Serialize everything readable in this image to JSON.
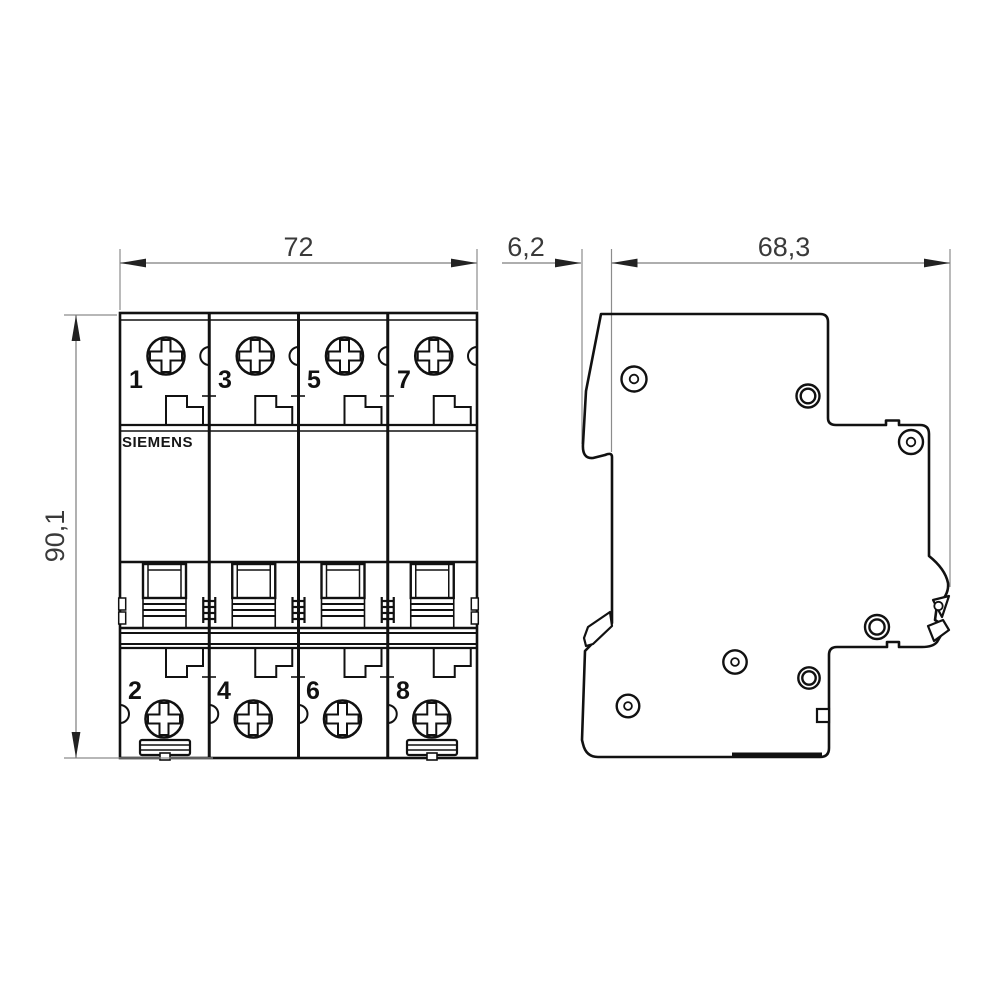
{
  "brand_label": "SIEMENS",
  "dimensions": {
    "front_width_mm": "72",
    "front_height_mm": "90,1",
    "side_rail_offset_mm": "6,2",
    "side_depth_mm": "68,3"
  },
  "front_view": {
    "top_terminals": [
      "1",
      "3",
      "5",
      "7"
    ],
    "bottom_terminals": [
      "2",
      "4",
      "6",
      "8"
    ]
  }
}
